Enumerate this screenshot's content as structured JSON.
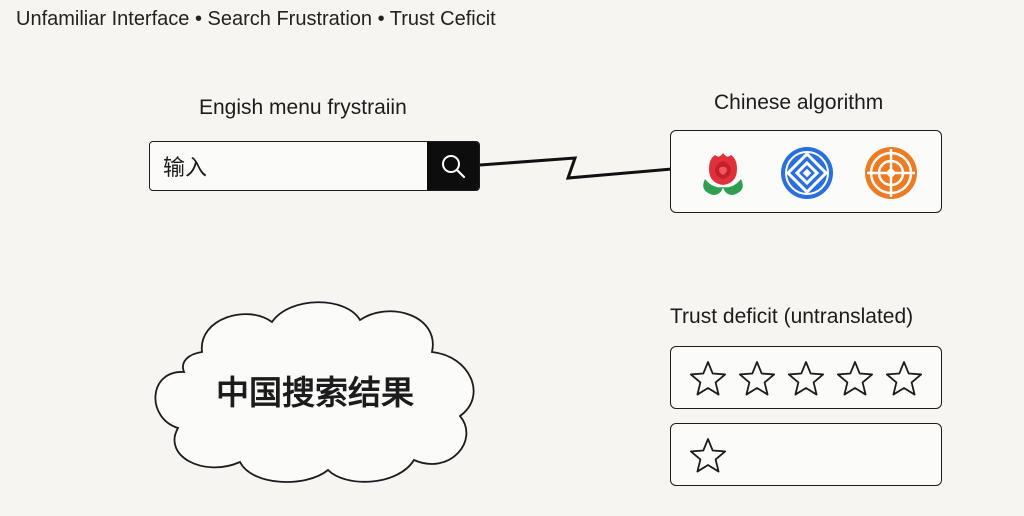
{
  "header": {
    "title": "Unfamiliar Interface • Search Frustration • Trust Ceficit"
  },
  "search": {
    "label": "Engish menu frystraiin",
    "input_value": "输入",
    "button_icon": "search-icon"
  },
  "algorithm": {
    "label": "Chinese algorithm",
    "logos": [
      {
        "icon": "rose-logo-icon",
        "colors": [
          "#e0303a",
          "#2f9e4f"
        ]
      },
      {
        "icon": "blue-diamond-logo-icon",
        "colors": [
          "#2a6fdb"
        ]
      },
      {
        "icon": "orange-crosshair-logo-icon",
        "colors": [
          "#ee7a22"
        ]
      }
    ]
  },
  "trust": {
    "label": "Trust deficit (untranslated)",
    "ratings": [
      {
        "stars": 5
      },
      {
        "stars": 1
      }
    ]
  },
  "cloud": {
    "text": "中国搜索结果"
  }
}
